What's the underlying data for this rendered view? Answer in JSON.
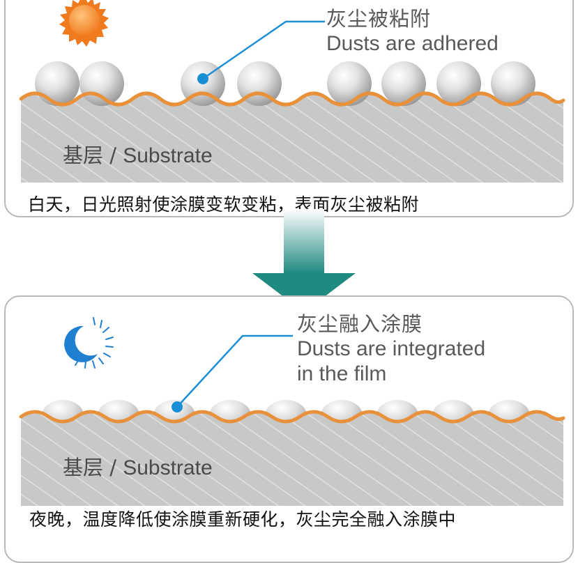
{
  "day": {
    "label_zh": "灰尘被粘附",
    "label_en": "Dusts are adhered",
    "substrate_zh": "基层 / ",
    "substrate_en": "Substrate",
    "caption": "白天，日光照射使涂膜变软变粘，表面灰尘被粘附",
    "icon": "sun-icon"
  },
  "night": {
    "label_zh": "灰尘融入涂膜",
    "label_en_line1": "Dusts are integrated",
    "label_en_line2": "in the film",
    "substrate_zh": "基层 / ",
    "substrate_en": "Substrate",
    "caption": "夜晚，温度降低使涂膜重新硬化，灰尘完全融入涂膜中",
    "icon": "moon-icon"
  },
  "colors": {
    "film": "#e8913a",
    "substrate": "#c8c8c8",
    "dust": "#dcdcdc",
    "pointer": "#1a8fd6",
    "arrow": "#1f8a80",
    "sun": "#f07a1e",
    "moon": "#1f7fd0"
  }
}
